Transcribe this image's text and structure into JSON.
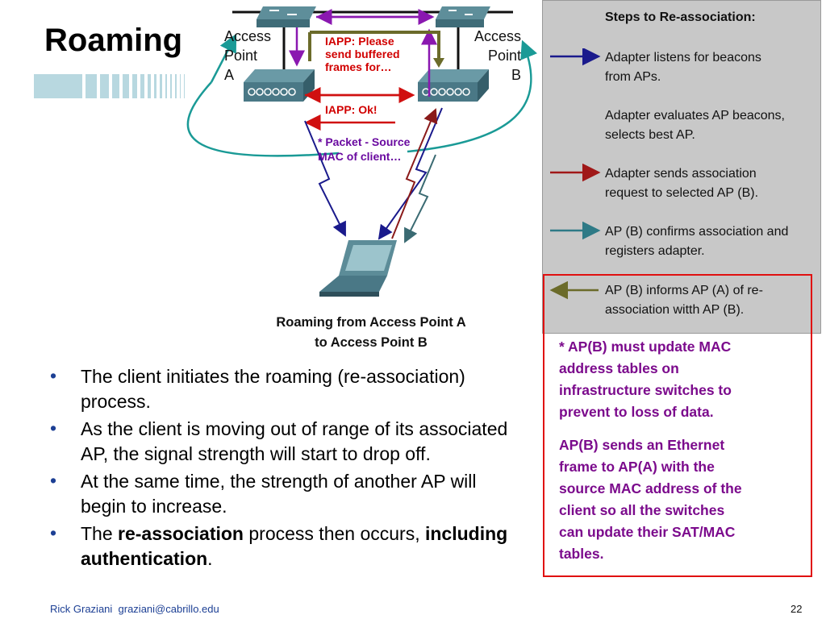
{
  "title": "Roaming",
  "diagram": {
    "ap_a": [
      "Access",
      "Point",
      "A"
    ],
    "ap_b": [
      "Access",
      "Point",
      "B"
    ],
    "iapp_please": [
      "IAPP: Please",
      "send buffered",
      "frames for…"
    ],
    "iapp_ok": "IAPP: Ok!",
    "packet": [
      "* Packet - Source",
      "MAC of client…"
    ],
    "caption": [
      "Roaming from Access Point A",
      "to Access Point B"
    ]
  },
  "steps": {
    "title": "Steps to Re-association:",
    "items": [
      {
        "lines": [
          "Adapter listens for beacons",
          "from APs."
        ],
        "color": "#1a1a8c"
      },
      {
        "lines": [
          "Adapter evaluates AP beacons,",
          "selects best AP."
        ],
        "color": ""
      },
      {
        "lines": [
          "Adapter sends association",
          "request to selected AP (B)."
        ],
        "color": "#a01818"
      },
      {
        "lines": [
          "AP (B) confirms association and",
          "registers adapter."
        ],
        "color": "#2e7a86"
      },
      {
        "lines": [
          "AP (B) informs AP (A) of re-",
          "association witth AP (B)."
        ],
        "color": "#6b6b2a"
      }
    ]
  },
  "notes": [
    [
      "* AP(B) must update MAC",
      "address tables on",
      "infrastructure switches to",
      "prevent to loss of data."
    ],
    [
      "AP(B) sends an Ethernet",
      "frame to AP(A) with the",
      "source MAC address of the",
      "client so all the switches",
      "can update their SAT/MAC",
      "tables."
    ]
  ],
  "bullets": {
    "b1": "The client initiates the roaming (re-association) process.",
    "b2": "As the client is moving out of range of its associated AP, the signal strength will start to drop off.",
    "b3": "At the same time, the strength of another AP will begin to increase.",
    "b4_a": "The ",
    "b4_b": "re-association",
    "b4_c": " process then occurs, ",
    "b4_d": "including authentication",
    "b4_e": ".",
    "marker": "•"
  },
  "footer": {
    "author": "Rick Graziani  graziani@cabrillo.edu",
    "page": "22"
  },
  "colors": {
    "bullet": "#1c3f94",
    "note_text": "#7b0a8c",
    "red_box": "#e01010",
    "teal": "#1a9a96"
  }
}
